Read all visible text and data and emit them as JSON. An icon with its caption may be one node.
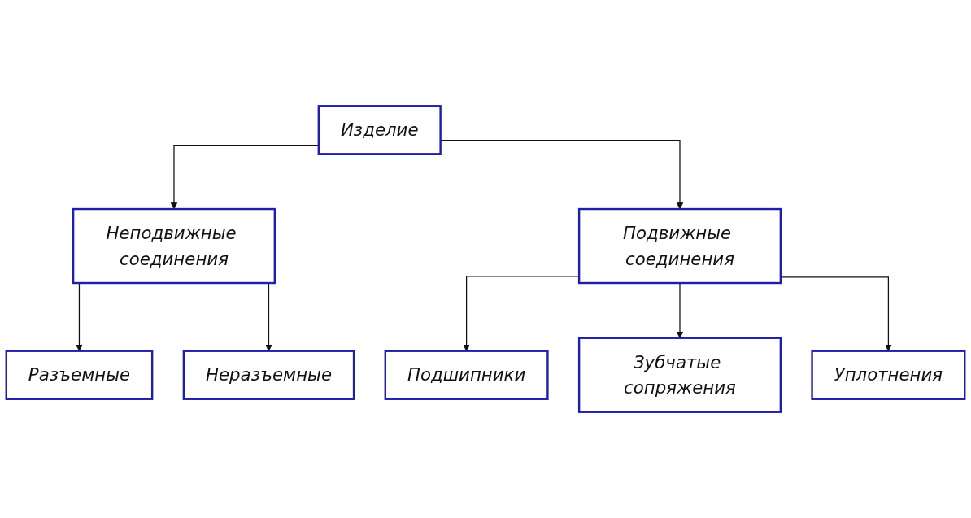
{
  "diagram": {
    "nodes": [
      {
        "text": [
          "Изделие"
        ]
      },
      {
        "text": [
          "Неподвижные соединения"
        ]
      },
      {
        "text": [
          "Подвижные соединения"
        ]
      },
      {
        "text": [
          "Разъемные"
        ]
      },
      {
        "text": [
          "Неразъемные"
        ]
      },
      {
        "text": [
          "Подшипники"
        ]
      },
      {
        "text": [
          "Зубчатые сопряжения"
        ]
      },
      {
        "text": [
          "Уплотнения"
        ]
      }
    ],
    "edges": [
      {
        "from": 0,
        "to": 1,
        "arrow": "to"
      },
      {
        "from": 0,
        "to": 2,
        "arrow": "to"
      },
      {
        "from": 1,
        "to": 3,
        "arrow": "to"
      },
      {
        "from": 1,
        "to": 4,
        "arrow": "to"
      },
      {
        "from": 2,
        "to": 5,
        "arrow": "to"
      },
      {
        "from": 2,
        "to": 6,
        "arrow": "to"
      },
      {
        "from": 2,
        "to": 7,
        "arrow": "to"
      }
    ]
  }
}
